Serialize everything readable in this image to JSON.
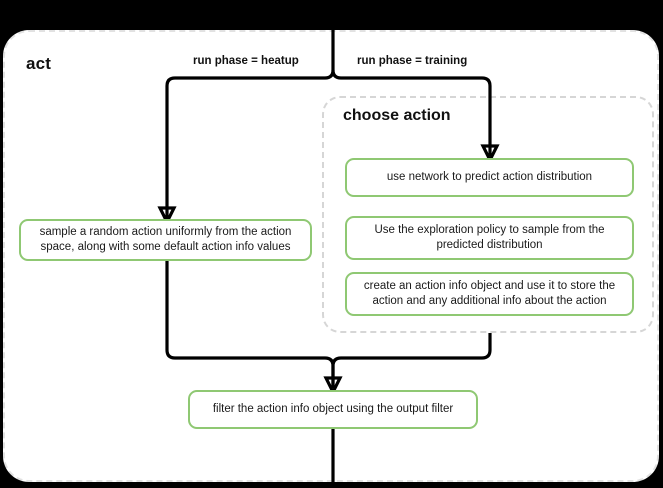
{
  "diagram": {
    "type": "flowchart",
    "title": "act",
    "outer_container_label": "act",
    "inner_container_label": "choose action",
    "accent_color": "#8fc873",
    "container_border_color": "#e2e2e2",
    "edge_color": "#000000",
    "background_color": "#000000",
    "canvas_color": "#ffffff"
  },
  "labels": {
    "heatup": "run phase = heatup",
    "training": "run phase = training"
  },
  "nodes": {
    "sample": "sample a random action uniformly from the action space, along with some default action info values",
    "predict": "use network to predict action distribution",
    "explore": "Use the exploration policy to sample from the predicted distribution",
    "action_info": "create an action info object and use it to store the action and any additional info about the action",
    "filter": "filter the action info object using the output filter"
  }
}
